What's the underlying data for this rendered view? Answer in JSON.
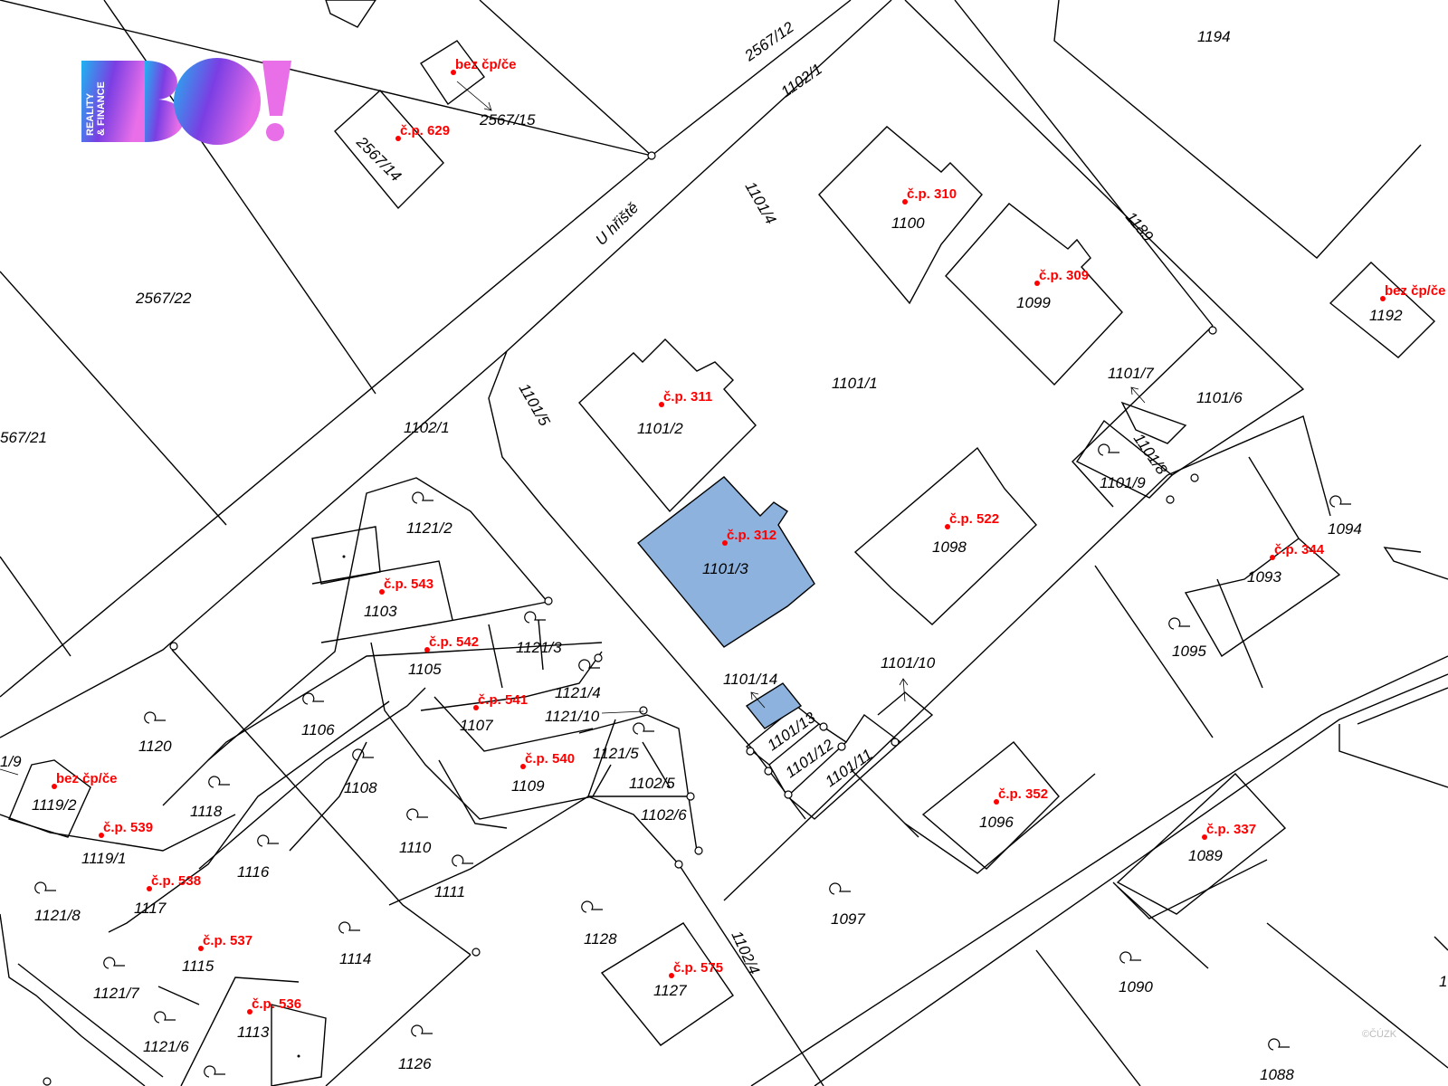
{
  "logo": {
    "letters": "BO!",
    "side_text_1": "REALITY",
    "side_text_2": "& FINANCE",
    "colors": {
      "start": "#1fb4f0",
      "mid": "#7b3ee3",
      "end": "#e86fe8"
    }
  },
  "highlight_color": "#8cb2dd",
  "street_name": "U hřiště",
  "parcel_labels": [
    "2567/12",
    "1102/1",
    "1194",
    "2567/15",
    "2567/14",
    "2567/22",
    "1101/4",
    "1100",
    "1099",
    "1189",
    "1192",
    "567/21",
    "1102/1",
    "1101/5",
    "1101/2",
    "1101/1",
    "1101/7",
    "1101/6",
    "1101/8",
    "1101/9",
    "1121/2",
    "1101/3",
    "1098",
    "1094",
    "1093",
    "1103",
    "1121/3",
    "1105",
    "1121/4",
    "1101/14",
    "1101/10",
    "1095",
    "1121/10",
    "1107",
    "1106",
    "1120",
    "1101/13",
    "1101/12",
    "1121/5",
    "1101/11",
    "1/9",
    "1109",
    "1108",
    "1102/5",
    "1096",
    "1119/2",
    "1118",
    "1102/6",
    "1089",
    "1110",
    "1119/1",
    "1116",
    "1117",
    "1111",
    "1121/8",
    "1097",
    "1128",
    "1102/4",
    "1115",
    "1114",
    "1090",
    "1127",
    "1121/7",
    "1113",
    "1121/6",
    "1126",
    "1088",
    "1"
  ],
  "building_labels": [
    "bez čp/če",
    "č.p. 629",
    "č.p. 310",
    "č.p. 309",
    "bez čp/če",
    "č.p. 311",
    "č.p. 312",
    "č.p. 522",
    "č.p. 344",
    "č.p. 543",
    "č.p. 542",
    "č.p. 541",
    "č.p. 540",
    "bez čp/če",
    "č.p. 352",
    "č.p. 539",
    "č.p. 337",
    "č.p. 538",
    "č.p. 537",
    "č.p. 575",
    "č.p. 536"
  ],
  "copyright": "©ČÚZK"
}
